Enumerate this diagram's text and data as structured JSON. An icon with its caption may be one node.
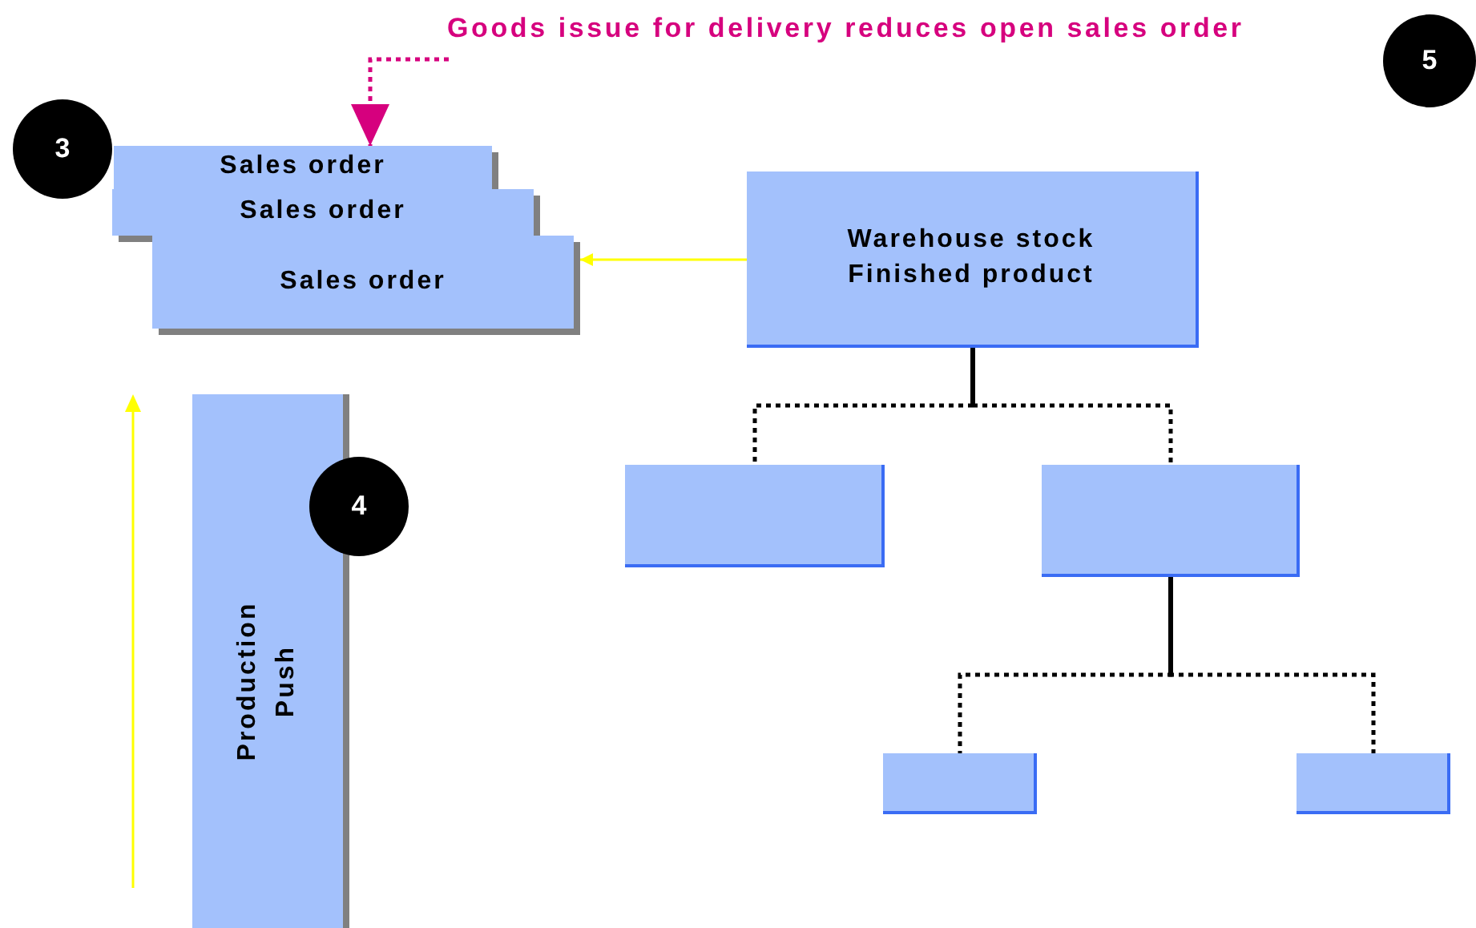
{
  "diagram": {
    "nodes": [
      {
        "text": [
          "Goods issue for delivery reduces open sales order"
        ]
      },
      {
        "text": [
          "Sales order"
        ]
      },
      {
        "text": [
          "Sales order"
        ]
      },
      {
        "text": [
          "Sales order"
        ]
      },
      {
        "text": [
          "Warehouse stock Finished product"
        ]
      },
      {
        "text": [],
        "shape": "box"
      },
      {
        "text": [],
        "shape": "box"
      },
      {
        "text": [],
        "shape": "box"
      },
      {
        "text": [],
        "shape": "box"
      },
      {
        "text": [
          "Production Push"
        ]
      }
    ],
    "edges": [
      {
        "from": 0,
        "to": 1,
        "arrow": "to",
        "style": "dashed",
        "color": "#d6007e"
      },
      {
        "from": 4,
        "to": 3,
        "arrow": "to",
        "color": "#ffff00"
      },
      {
        "from": 4,
        "to": 5,
        "arrow": "none",
        "style": "dashed"
      },
      {
        "from": 4,
        "to": 6,
        "arrow": "none",
        "style": "dashed"
      },
      {
        "from": 6,
        "to": 7,
        "arrow": "none",
        "style": "dashed"
      },
      {
        "from": 6,
        "to": 8,
        "arrow": "none",
        "style": "dashed"
      }
    ],
    "labels": [
      "5",
      "3",
      "4"
    ]
  }
}
